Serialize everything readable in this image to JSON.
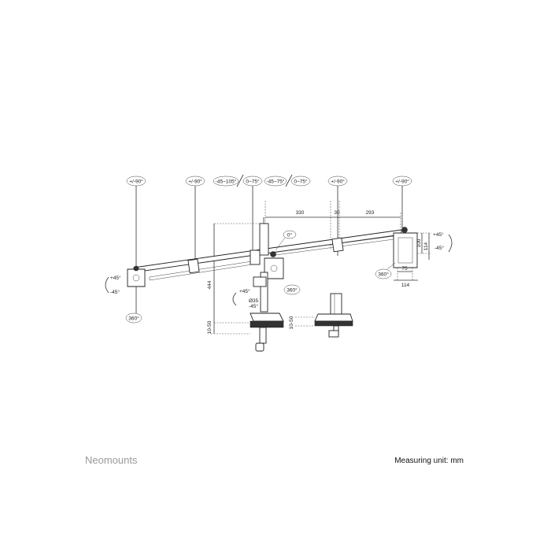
{
  "brand": "Neomounts",
  "measuring_unit": "Measuring unit: mm",
  "badges_top": [
    "+/-90°",
    "+/-90°",
    "-45~105°",
    "0~75°",
    "-45~75°",
    "0~75°",
    "+/-90°",
    "+/-90°"
  ],
  "badges_bottom": [
    "360°",
    "360°",
    "360°"
  ],
  "dimensions": {
    "span_left": "330",
    "span_mid": "30",
    "span_right": "293",
    "height": "444",
    "clamp_left": "10-50",
    "clamp_right": "10-50",
    "pole_diameter": "Ø35",
    "vesa_100v": "100",
    "vesa_114v": "114",
    "vesa_75": "75",
    "vesa_114h": "114"
  },
  "angles": {
    "left_up": "+45°",
    "left_down": "-45°",
    "center_top": "0°",
    "center_up": "+45°",
    "center_down": "-45°",
    "right_up": "+45°",
    "right_down": "-45°"
  }
}
